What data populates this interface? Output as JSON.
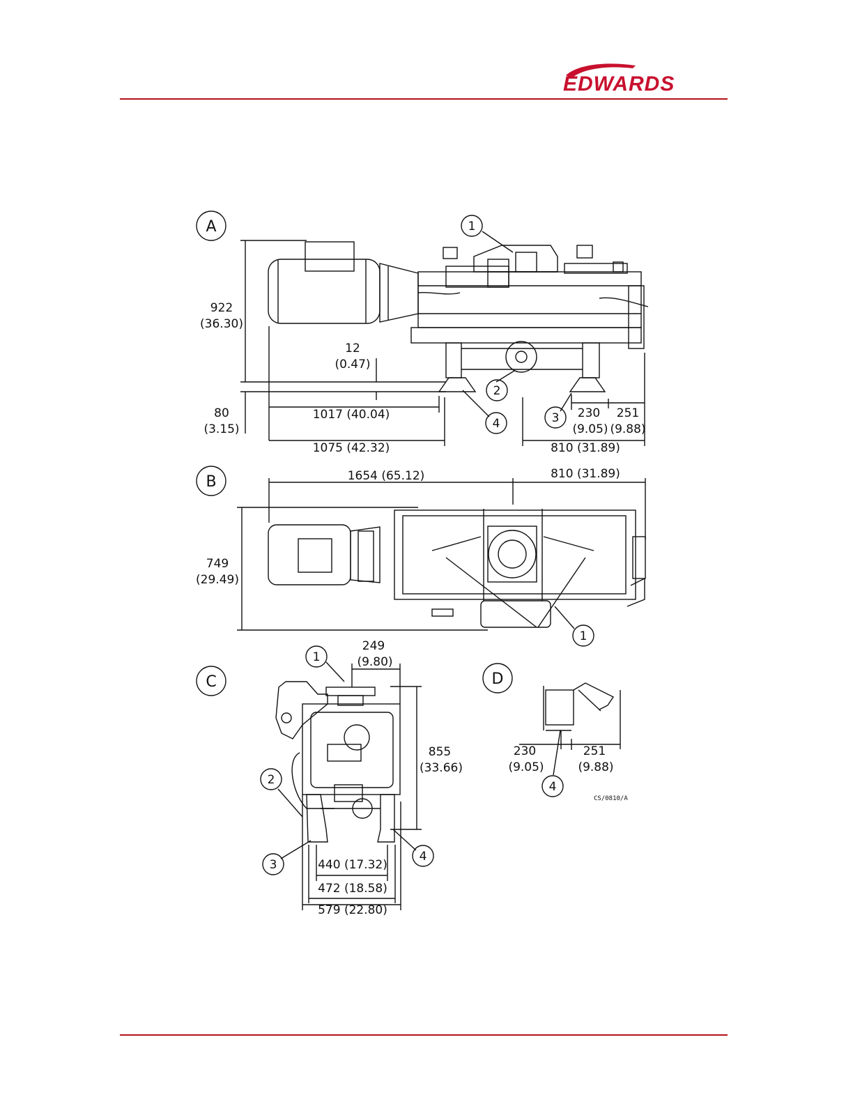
{
  "header": {
    "brand": "EDWARDS",
    "brand_color": "#c8102e",
    "rule_color": "#b5121b"
  },
  "views": {
    "A": {
      "label": "A",
      "dims": {
        "h922": "922",
        "h922_in": "(36.30)",
        "h12": "12",
        "h12_in": "(0.47)",
        "h80": "80",
        "h80_in": "(3.15)",
        "w1017": "1017 (40.04)",
        "w1075": "1075 (42.32)",
        "w230": "230",
        "w230_in": "(9.05)",
        "w251": "251",
        "w251_in": "(9.88)",
        "w810": "810 (31.89)"
      },
      "callouts": [
        "1",
        "2",
        "3",
        "4"
      ]
    },
    "B": {
      "label": "B",
      "dims": {
        "w1654": "1654 (65.12)",
        "w810": "810 (31.89)",
        "h749": "749",
        "h749_in": "(29.49)"
      },
      "callouts": [
        "1"
      ]
    },
    "C": {
      "label": "C",
      "dims": {
        "w249": "249",
        "w249_in": "(9.80)",
        "h855": "855",
        "h855_in": "(33.66)",
        "w440": "440 (17.32)",
        "w472": "472 (18.58)",
        "w579": "579 (22.80)"
      },
      "callouts": [
        "1",
        "2",
        "3",
        "4"
      ]
    },
    "D": {
      "label": "D",
      "dims": {
        "w230": "230",
        "w230_in": "(9.05)",
        "w251": "251",
        "w251_in": "(9.88)"
      },
      "callouts": [
        "4"
      ],
      "reference": "CS/0810/A"
    }
  }
}
